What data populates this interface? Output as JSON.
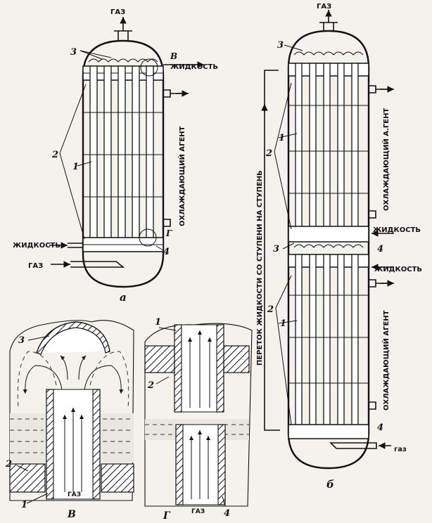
{
  "labels": {
    "gas": "ГАЗ",
    "gas_lower": "газ",
    "liquid": "ЖИДКОСТЬ",
    "coolant_a": "ОХЛАЖДАЮЩИЙ АГЕНТ",
    "coolant_b_top": "ОХЛАЖДАЮЩИЙ А.ГЕНТ",
    "coolant_b_bottom": "ОХЛАЖДАЮЩИЙ АГЕНТ",
    "overflow": "ПЕРЕТОК ЖИДКОСТИ СО СТУПЕНИ НА СТУПЕНЬ"
  },
  "captions": {
    "a": "а",
    "b": "б",
    "v": "В",
    "g": "Г"
  },
  "markers": {
    "n1": "1",
    "n2": "2",
    "n3": "3",
    "n4": "4",
    "detail_v": "В",
    "detail_g": "Г"
  }
}
